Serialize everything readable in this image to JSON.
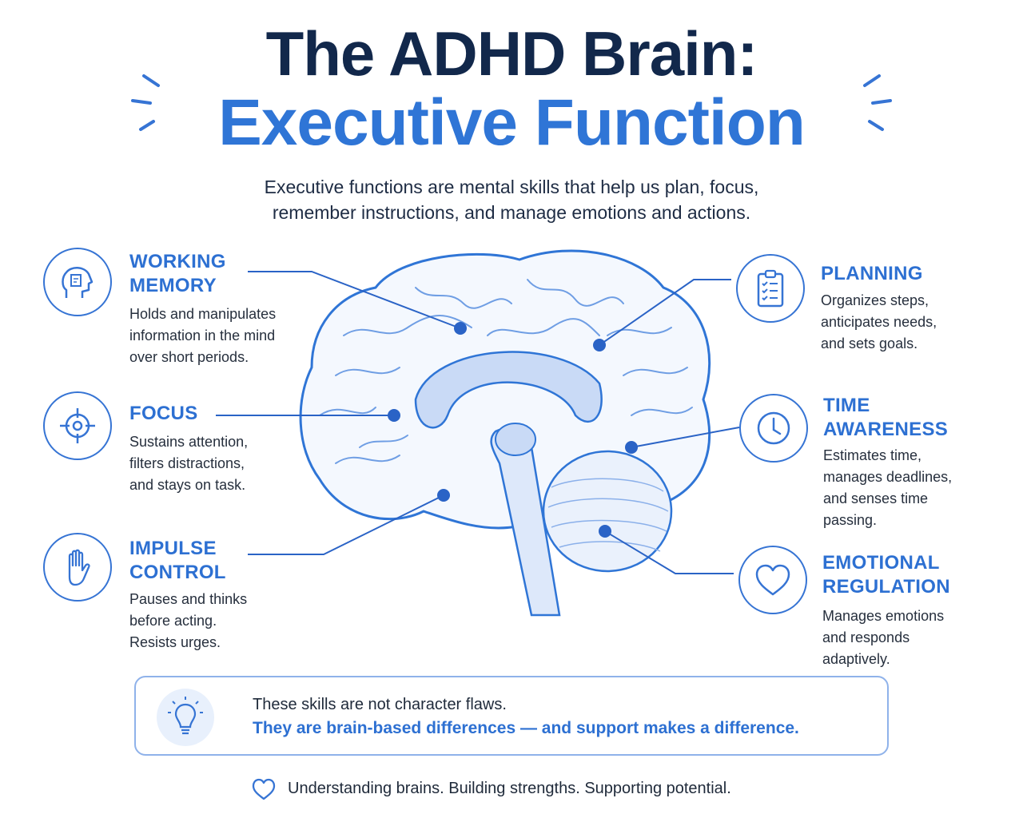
{
  "title": {
    "line1": "The ADHD Brain:",
    "line2": "Executive Function"
  },
  "subtitle": {
    "line1": "Executive functions are mental skills that help us plan, focus,",
    "line2": "remember instructions, and manage emotions and actions."
  },
  "functions": {
    "working_memory": {
      "heading_l1": "WORKING",
      "heading_l2": "MEMORY",
      "desc": [
        "Holds and manipulates",
        "information in the mind",
        "over short periods."
      ],
      "icon": "head-memory-icon"
    },
    "focus": {
      "heading_l1": "FOCUS",
      "desc": [
        "Sustains attention,",
        "filters distractions,",
        "and stays on task."
      ],
      "icon": "target-icon"
    },
    "impulse_control": {
      "heading_l1": "IMPULSE",
      "heading_l2": "CONTROL",
      "desc": [
        "Pauses and thinks",
        "before acting.",
        "Resists urges."
      ],
      "icon": "hand-icon"
    },
    "planning": {
      "heading_l1": "PLANNING",
      "desc": [
        "Organizes steps,",
        "anticipates needs,",
        "and sets goals."
      ],
      "icon": "clipboard-checklist-icon"
    },
    "time_awareness": {
      "heading_l1": "TIME",
      "heading_l2": "AWARENESS",
      "desc": [
        "Estimates time,",
        "manages deadlines,",
        "and senses time",
        "passing."
      ],
      "icon": "clock-icon"
    },
    "emotional_regulation": {
      "heading_l1": "EMOTIONAL",
      "heading_l2": "REGULATION",
      "desc": [
        "Manages emotions",
        "and responds",
        "adaptively."
      ],
      "icon": "heart-icon"
    }
  },
  "banner": {
    "line1": "These skills are not character flaws.",
    "line2": "They are brain-based differences — and support makes a difference.",
    "icon": "lightbulb-icon"
  },
  "footer": {
    "text": "Understanding brains. Building strengths. Supporting potential.",
    "icon": "heart-outline-icon"
  },
  "colors": {
    "title_dark": "#12284b",
    "accent_blue": "#2f75d6",
    "line_blue": "#2a63c6",
    "brain_fill": "#dde8fa"
  }
}
